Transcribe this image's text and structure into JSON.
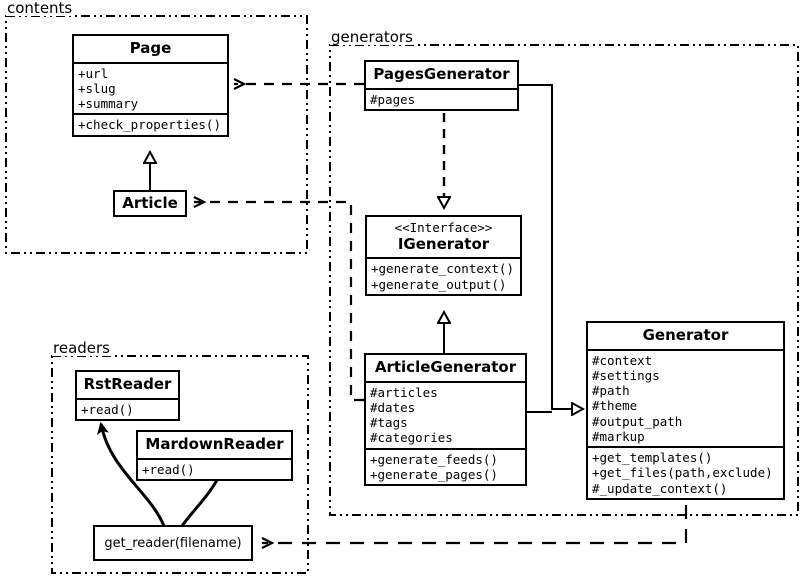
{
  "diagram": {
    "title": "UML class diagram",
    "packages": [
      {
        "name": "contents-package",
        "label": "contents"
      },
      {
        "name": "generators-package",
        "label": "generators"
      },
      {
        "name": "readers-package",
        "label": "readers"
      }
    ]
  },
  "classes": {
    "page": {
      "name": "Page",
      "attributes": [
        "+url",
        "+slug",
        "+summary"
      ],
      "methods": [
        "+check_properties()"
      ]
    },
    "article": {
      "name": "Article",
      "attributes": [],
      "methods": []
    },
    "pages_generator": {
      "name": "PagesGenerator",
      "attributes": [
        "#pages"
      ],
      "methods": []
    },
    "igenerator": {
      "stereotype": "<<Interface>>",
      "name": "IGenerator",
      "attributes": [],
      "methods": [
        "+generate_context()",
        "+generate_output()"
      ]
    },
    "article_generator": {
      "name": "ArticleGenerator",
      "attributes": [
        "#articles",
        "#dates",
        "#tags",
        "#categories"
      ],
      "methods": [
        "+generate_feeds()",
        "+generate_pages()"
      ]
    },
    "generator": {
      "name": "Generator",
      "attributes": [
        "#context",
        "#settings",
        "#path",
        "#theme",
        "#output_path",
        "#markup"
      ],
      "methods": [
        "+get_templates()",
        "+get_files(path,exclude)",
        "#_update_context()"
      ]
    },
    "rst_reader": {
      "name": "RstReader",
      "attributes": [],
      "methods": [
        "+read()"
      ]
    },
    "mardown_reader": {
      "name": "MardownReader",
      "attributes": [],
      "methods": [
        "+read()"
      ]
    }
  },
  "functions": {
    "get_reader": {
      "label": "get_reader(filename)"
    }
  },
  "relationships": [
    {
      "name": "article-inherits-page",
      "type": "generalization",
      "from": "Article",
      "to": "Page"
    },
    {
      "name": "pagesgenerator-realizes-igenerator",
      "type": "realization",
      "from": "PagesGenerator",
      "to": "IGenerator"
    },
    {
      "name": "articlegenerator-inherits-igenerator",
      "type": "generalization",
      "from": "ArticleGenerator",
      "to": "IGenerator"
    },
    {
      "name": "pagesgenerator-inherits-generator",
      "type": "generalization",
      "from": "PagesGenerator",
      "to": "Generator"
    },
    {
      "name": "articlegenerator-inherits-generator",
      "type": "generalization",
      "from": "ArticleGenerator",
      "to": "Generator"
    },
    {
      "name": "pagesgenerator-depends-page",
      "type": "dependency",
      "from": "PagesGenerator",
      "to": "Page"
    },
    {
      "name": "articlegenerator-depends-article",
      "type": "dependency",
      "from": "ArticleGenerator",
      "to": "Article"
    },
    {
      "name": "generator-depends-get-reader",
      "type": "dependency",
      "from": "Generator",
      "to": "get_reader(filename)"
    },
    {
      "name": "get-reader-creates-rstreader",
      "type": "curved-arrow",
      "from": "get_reader(filename)",
      "to": "RstReader"
    },
    {
      "name": "get-reader-creates-mardownreader",
      "type": "curved-arrow",
      "from": "get_reader(filename)",
      "to": "MardownReader"
    }
  ],
  "colors": {
    "line": "#000000",
    "background": "#ffffff"
  }
}
